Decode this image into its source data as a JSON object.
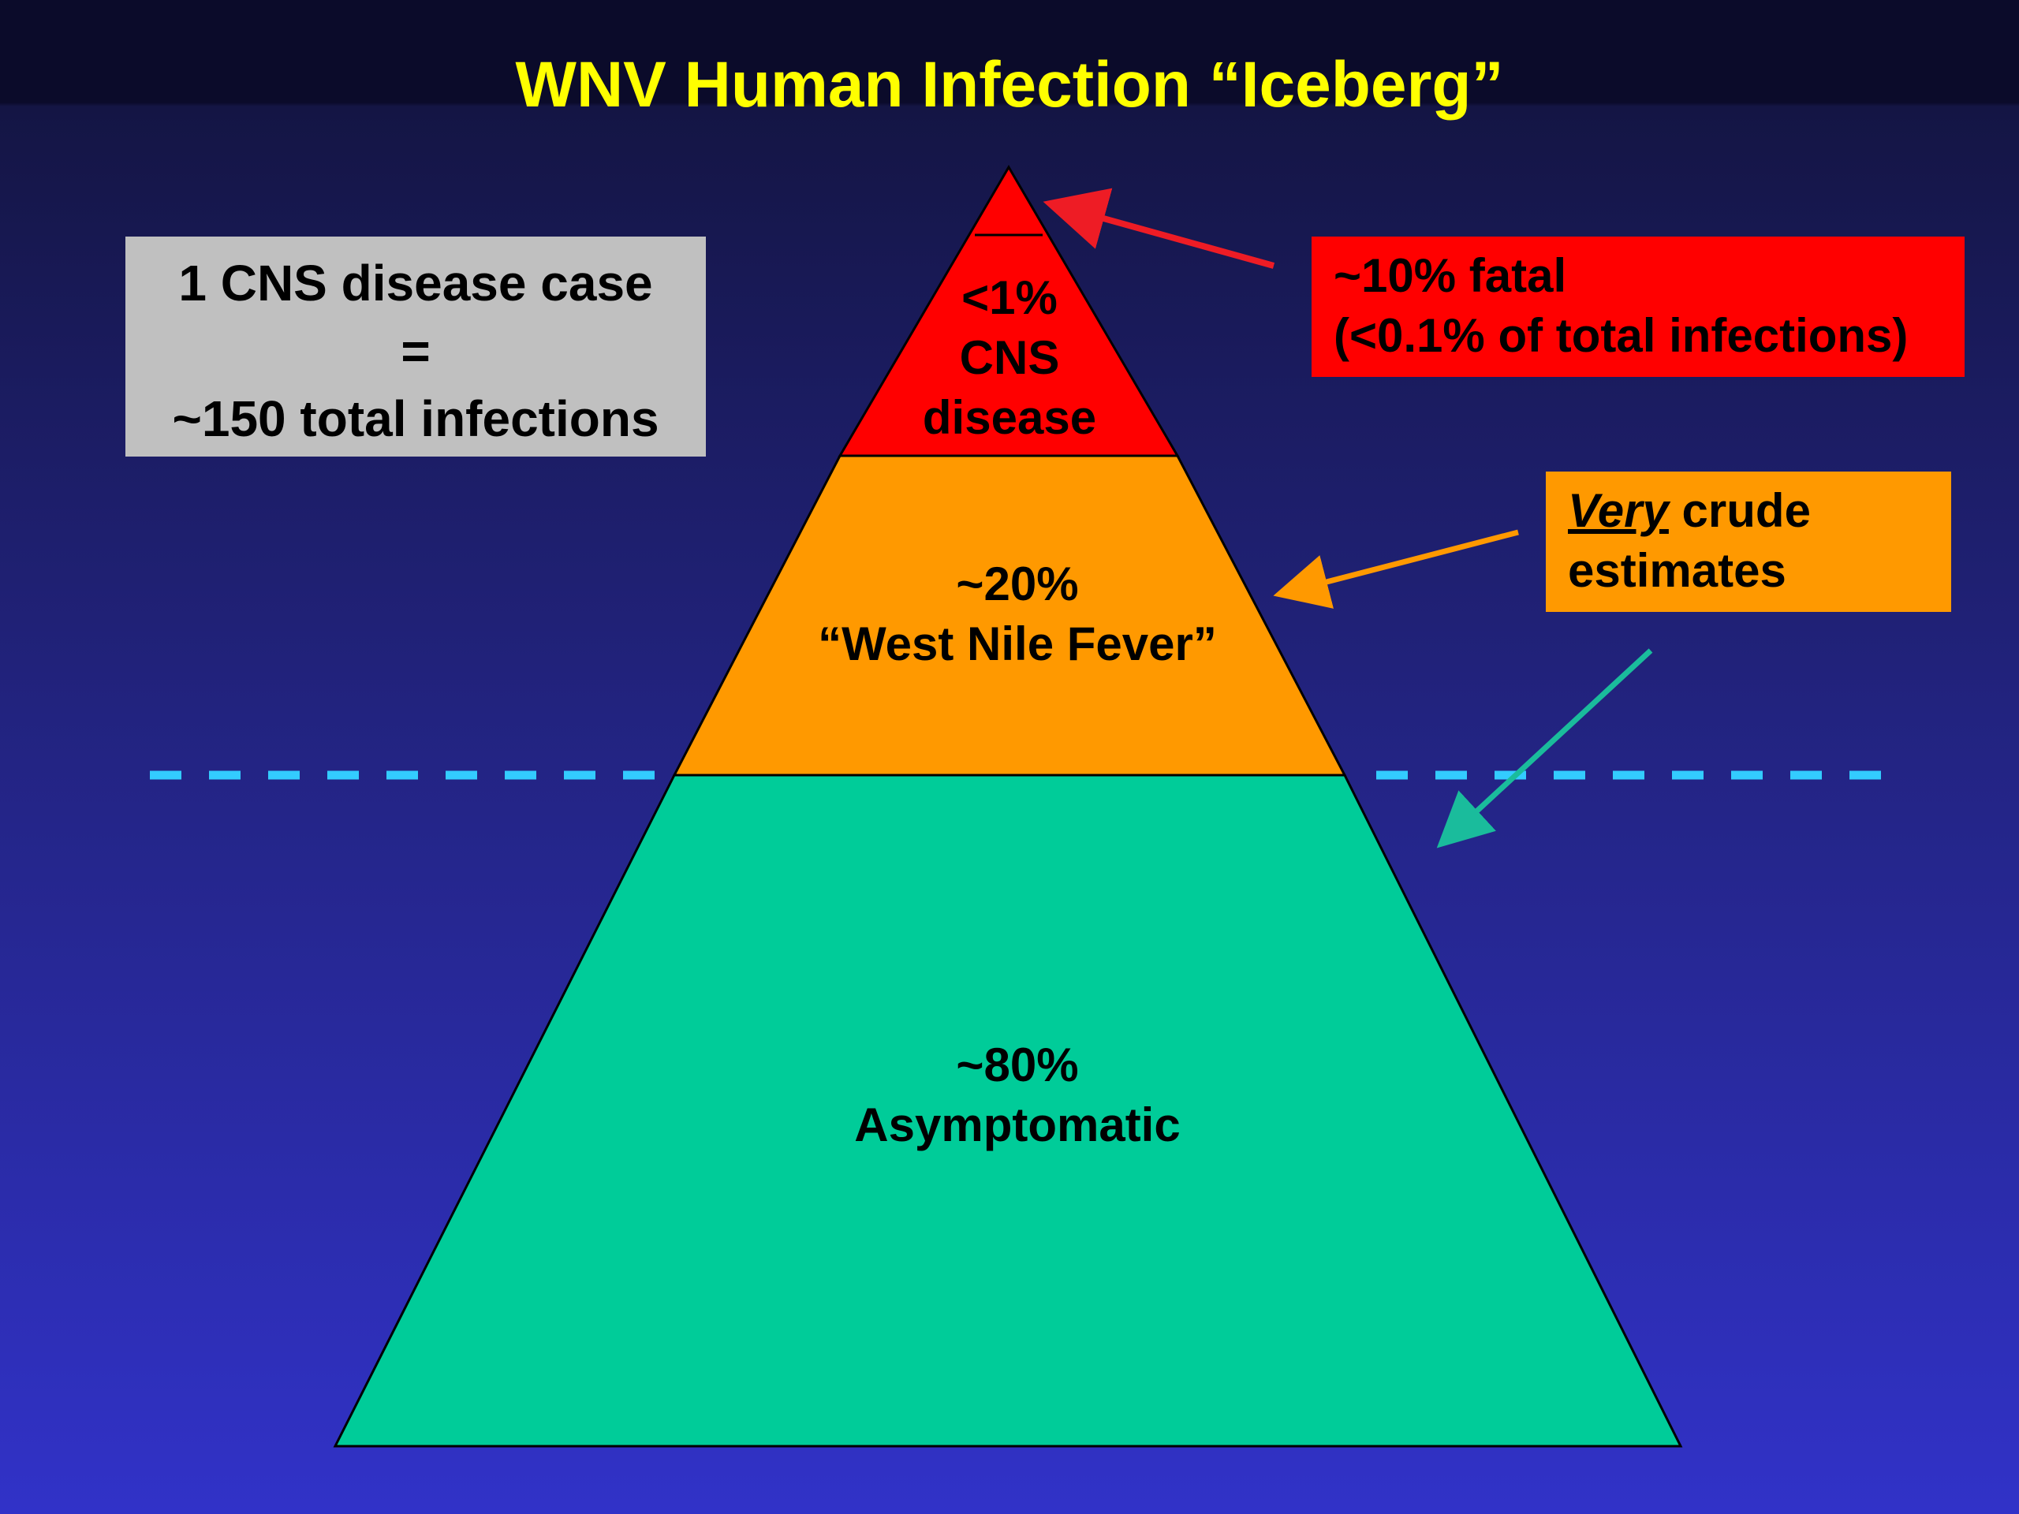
{
  "title": "WNV Human Infection “Iceberg”",
  "pyramid": {
    "top_layer": {
      "lines": [
        "<1%",
        "CNS",
        "disease"
      ]
    },
    "middle_layer": {
      "lines": [
        "~20%",
        "“West Nile Fever”"
      ]
    },
    "bottom_layer": {
      "lines": [
        "~80%",
        "Asymptomatic"
      ]
    }
  },
  "callouts": {
    "equivalence": {
      "lines": [
        "1 CNS disease case",
        "=",
        "~150 total infections"
      ]
    },
    "fatal": {
      "lines": [
        "~10% fatal",
        "(<0.1% of total infections)"
      ]
    },
    "estimates": {
      "emphasis": "Very",
      "rest": " crude",
      "line2": "estimates"
    }
  },
  "colors": {
    "title": "#ffff00",
    "top_layer": "#ff0000",
    "middle_layer": "#ff9900",
    "bottom_layer": "#00cc99",
    "waterline": "#33ccff",
    "gray_box": "#c0c0c0"
  }
}
